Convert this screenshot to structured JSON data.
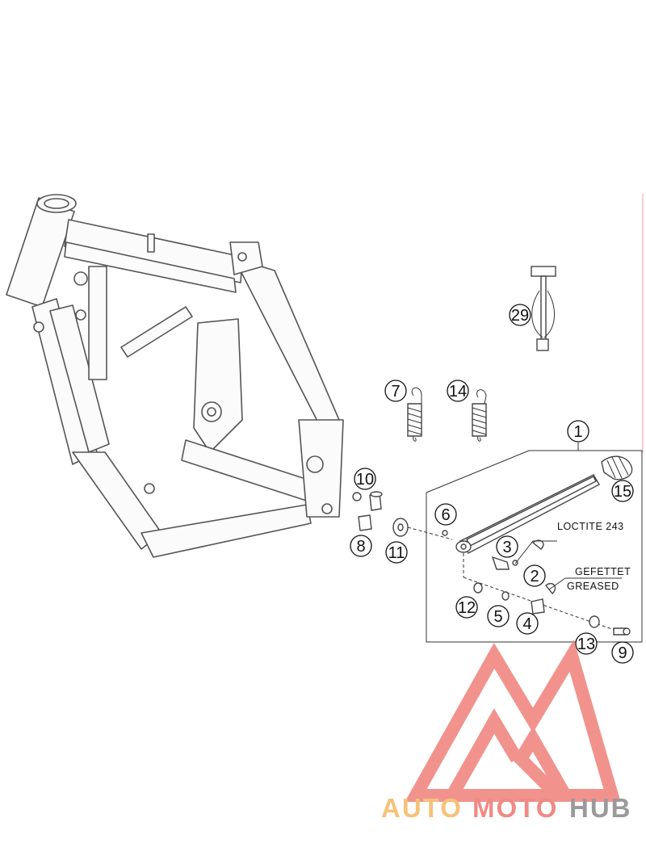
{
  "callouts": {
    "c1": "1",
    "c2": "2",
    "c3": "3",
    "c4": "4",
    "c5": "5",
    "c6": "6",
    "c7": "7",
    "c8": "8",
    "c9": "9",
    "c10": "10",
    "c11": "11",
    "c12": "12",
    "c13": "13",
    "c14": "14",
    "c15": "15",
    "c29": "29"
  },
  "notes": {
    "loctite": "LOCTITE 243",
    "gefettet": "GEFETTET",
    "greased": "GREASED"
  },
  "logo": {
    "part1": "AUTO",
    "part2": "MOTO",
    "part3": "HUB",
    "color1": "#f6c27a",
    "color2": "#f08a84",
    "color3": "#9a9a9a",
    "mark_color": "#f0807a"
  }
}
